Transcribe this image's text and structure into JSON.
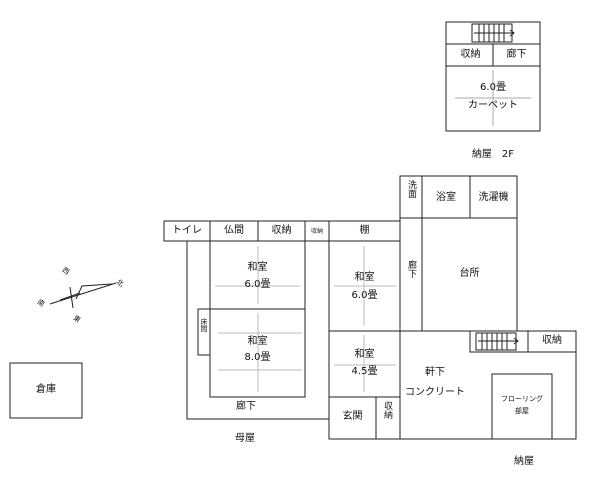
{
  "floor2": {
    "storage": "収納",
    "hall": "廊下",
    "size": "6.0畳",
    "carpet": "カーペット",
    "title": "納屋　2F"
  },
  "main_house": {
    "toilet": "トイレ",
    "butsuma": "仏間",
    "storage_a": "収納",
    "storage_b": "収納",
    "shelf": "棚",
    "washroom": "洗面",
    "bath": "浴室",
    "laundry": "洗濯機",
    "kitchen": "台所",
    "hall_vertical": "廊下",
    "tokonoma": "床間",
    "washitsu_1": "和室",
    "washitsu_1_size": "6.0畳",
    "washitsu_2": "和室",
    "washitsu_2_size": "8.0畳",
    "washitsu_3": "和室",
    "washitsu_3_size": "6.0畳",
    "washitsu_4": "和室",
    "washitsu_4_size": "4.5畳",
    "hall_bottom": "廊下",
    "entrance": "玄関",
    "entrance_storage": "収納",
    "eaves": "軒下",
    "concrete": "コンクリート",
    "name": "母屋"
  },
  "barn": {
    "storage": "収納",
    "flooring": "フローリング",
    "room": "部屋",
    "name": "納屋"
  },
  "warehouse": "倉庫",
  "compass": {
    "north": "北",
    "south": "南",
    "east": "東",
    "west": "西"
  }
}
